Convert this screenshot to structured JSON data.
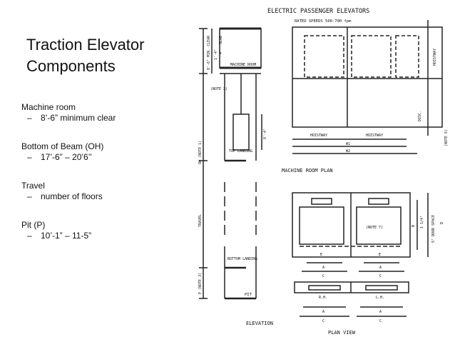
{
  "slide": {
    "title_line1": "Traction Elevator",
    "title_line2": "Components",
    "items": [
      {
        "heading": "Machine room",
        "detail": "8’-6” minimum clear"
      },
      {
        "heading": "Bottom of Beam (OH)",
        "detail": "17’-6” – 20’6’’"
      },
      {
        "heading": "Travel",
        "detail": "number of floors"
      },
      {
        "heading": "Pit (P)",
        "detail": "10’-1” – 11-5”"
      }
    ],
    "dash": "–"
  },
  "drawing": {
    "title": "ELECTRIC PASSENGER ELEVATORS",
    "subtitle": "RATED SPEEDS 500-700 fpm",
    "machine_room_plan": "MACHINE ROOM PLAN",
    "elevation": "ELEVATION",
    "plan_view": "PLAN VIEW",
    "labels": {
      "machine_room": "MACHINE ROOM",
      "note2": "(NOTE 2)",
      "note1": "OH (NOTE 1)",
      "top_landing": "TOP LANDING",
      "bottom_landing": "BOTTOM LANDING",
      "travel": "TRAVEL",
      "p_note3": "P (NOTE 3)",
      "pit": "PIT",
      "min_clear": "8'-6\" MIN. CLEAR",
      "dim_1_4": "1'-4\"",
      "dim_4": "4\"",
      "slab": "SLAB",
      "dim_8_4": "8'-4\"",
      "hoistway": "HOISTWAY",
      "w1": "W1",
      "w2": "W2",
      "disc": "DISC.",
      "note6": "(NOTE 6)",
      "note7": "(NOTE 7)",
      "dim_1_1_4": "1 1/4\"",
      "door_space": "5\" DOOR SPACE",
      "b": "B",
      "d": "D",
      "e": "E",
      "a": "A",
      "c": "C",
      "rh": "R.H.",
      "lh": "L.H."
    }
  }
}
